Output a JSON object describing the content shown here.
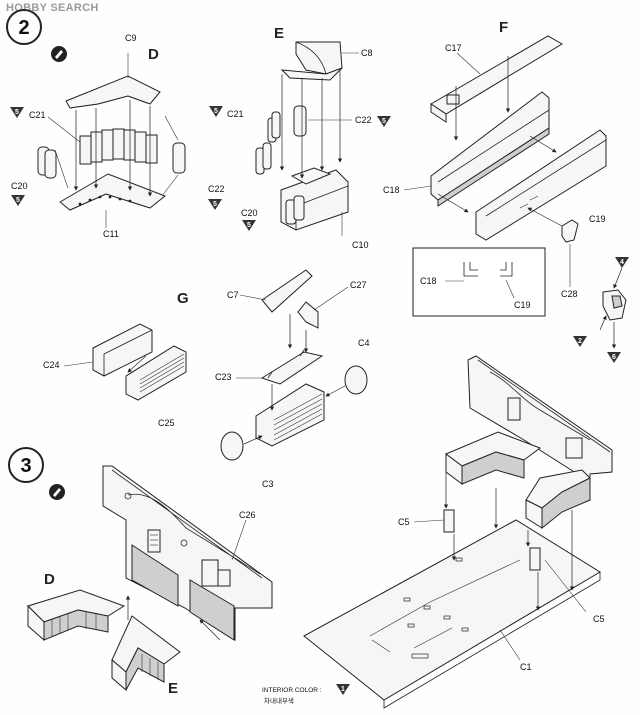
{
  "watermark": "HOBBY SEARCH",
  "steps": {
    "step2": "2",
    "step3": "3"
  },
  "sections": {
    "D": "D",
    "E": "E",
    "F": "F",
    "G": "G",
    "D3": "D",
    "E3": "E"
  },
  "parts": {
    "C1": "C1",
    "C3": "C3",
    "C4": "C4",
    "C5a": "C5",
    "C5b": "C5",
    "C7": "C7",
    "C8": "C8",
    "C9": "C9",
    "C10": "C10",
    "C11": "C11",
    "C17": "C17",
    "C18": "C18",
    "C18b": "C18",
    "C19": "C19",
    "C19b": "C19",
    "C20a": "C20",
    "C20b": "C20",
    "C21a": "C21",
    "C21b": "C21",
    "C22a": "C22",
    "C22b": "C22",
    "C23": "C23",
    "C24": "C24",
    "C25": "C25",
    "C26": "C26",
    "C27": "C27",
    "C28": "C28"
  },
  "color_codes": {
    "t5": "5",
    "t2": "2",
    "t4": "4",
    "t6": "6",
    "t1": "1"
  },
  "legend": {
    "label": "INTERIOR COLOR :",
    "korean": "차내내부색"
  },
  "colors": {
    "ink": "#222222",
    "tri": "#333333",
    "shade": "#cfcfcf"
  }
}
